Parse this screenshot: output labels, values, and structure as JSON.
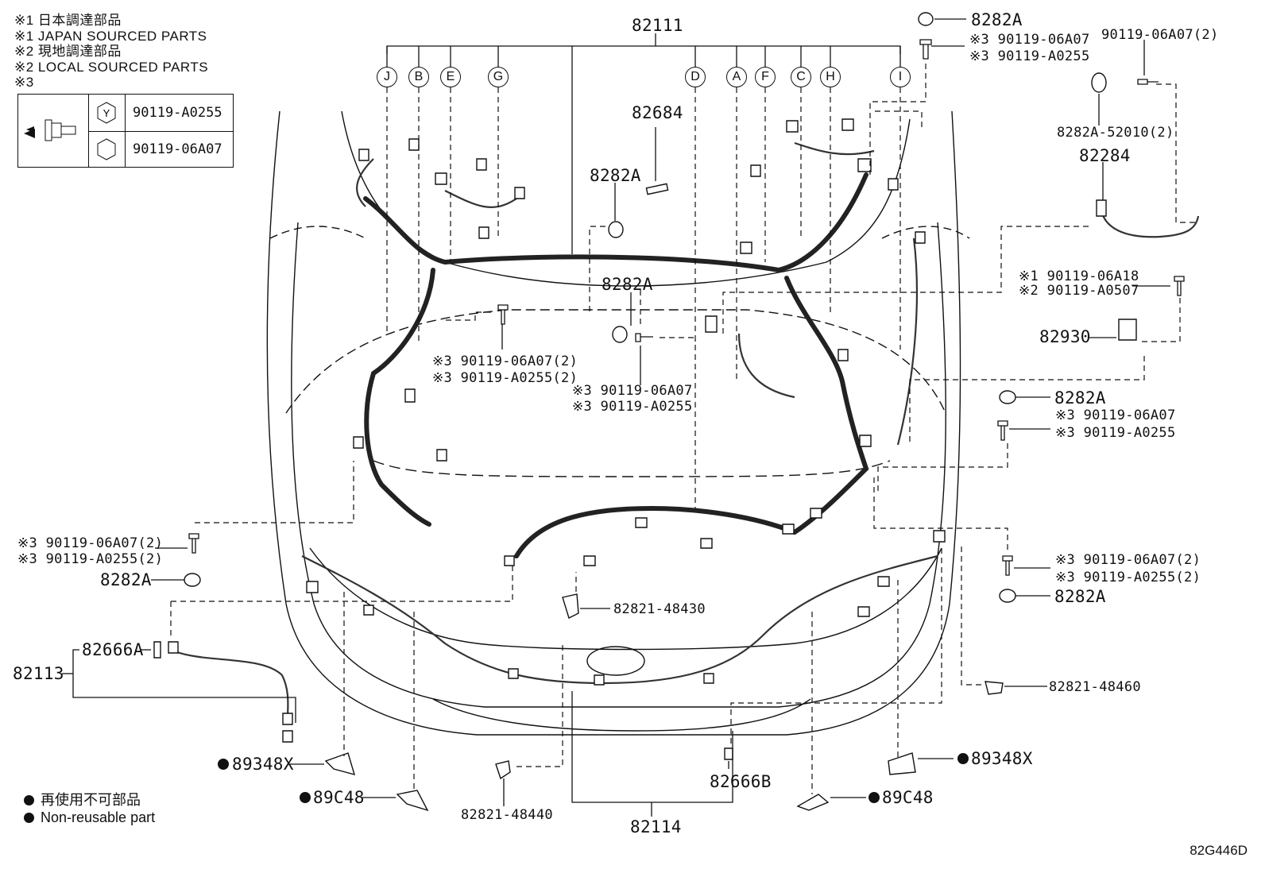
{
  "legend": {
    "lines": [
      "※1 日本調達部品",
      "※1 JAPAN SOURCED PARTS",
      "※2 現地調達部品",
      "※2 LOCAL SOURCED PARTS",
      "※3"
    ],
    "bolts": [
      {
        "symbol": "Y",
        "part": "90119-A0255"
      },
      {
        "symbol": "",
        "part": "90119-06A07"
      }
    ]
  },
  "circle_labels": [
    "J",
    "B",
    "E",
    "G",
    "D",
    "A",
    "F",
    "C",
    "H",
    "I"
  ],
  "parts": {
    "main_harness": "82111",
    "p82684": "82684",
    "p8282A": "8282A",
    "p8282A_b": "8282A",
    "top_right_clip": "8282A",
    "top_right_bolt1": "※3 90119-06A07",
    "top_right_bolt2": "※3 90119-A0255",
    "far_right_bolt": "90119-06A07(2)",
    "clip_52010": "8282A-52010(2)",
    "p82284": "82284",
    "bolt_06A18": "※1 90119-06A18",
    "bolt_A0507": "※2 90119-A0507",
    "p82930": "82930",
    "right_clip1": "8282A",
    "right_bolt1": "※3 90119-06A07",
    "right_bolt2": "※3 90119-A0255",
    "right_bolt3": "※3 90119-06A07(2)",
    "right_bolt4": "※3 90119-A0255(2)",
    "right_clip2": "8282A",
    "p82821_48460": "82821-48460",
    "center_bolt1": "※3 90119-06A07(2)",
    "center_bolt2": "※3 90119-A0255(2)",
    "center_bolt3": "※3 90119-06A07",
    "center_bolt4": "※3 90119-A0255",
    "left_bolt1": "※3 90119-06A07(2)",
    "left_bolt2": "※3 90119-A0255(2)",
    "left_clip": "8282A",
    "p82821_48430": "82821-48430",
    "p82666A": "82666A",
    "p82113": "82113",
    "p89348X_left": "89348X",
    "p89348X_right": "89348X",
    "p89C48_left": "89C48",
    "p89C48_right": "89C48",
    "p82666B": "82666B",
    "p82821_48440": "82821-48440",
    "p82114": "82114"
  },
  "footnote": {
    "jp": "再使用不可部品",
    "en": "Non-reusable part"
  },
  "illustration_code": "82G446D"
}
